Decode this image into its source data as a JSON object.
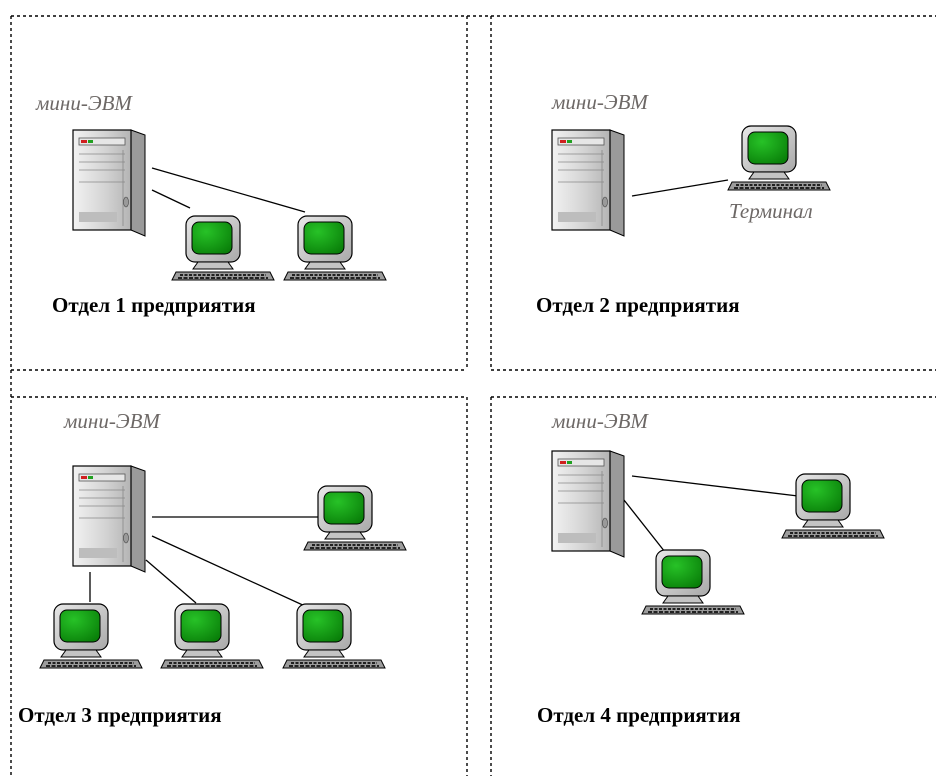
{
  "departments": [
    {
      "title": "Отдел 1 предприятия",
      "server_label": "мини-ЭВМ",
      "terminal_label": "",
      "terminals_count": 2
    },
    {
      "title": "Отдел 2 предприятия",
      "server_label": "мини-ЭВМ",
      "terminal_label": "Терминал",
      "terminals_count": 1
    },
    {
      "title": "Отдел 3 предприятия",
      "server_label": "мини-ЭВМ",
      "terminal_label": "",
      "terminals_count": 4
    },
    {
      "title": "Отдел 4 предприятия",
      "server_label": "мини-ЭВМ",
      "terminal_label": "",
      "terminals_count": 2
    }
  ],
  "colors": {
    "screen": "#0a9a0a",
    "case": "#c8c8c8",
    "label_gray": "#6d6866"
  },
  "icons": {
    "server": "minicomputer-tower-icon",
    "terminal": "terminal-computer-icon"
  }
}
